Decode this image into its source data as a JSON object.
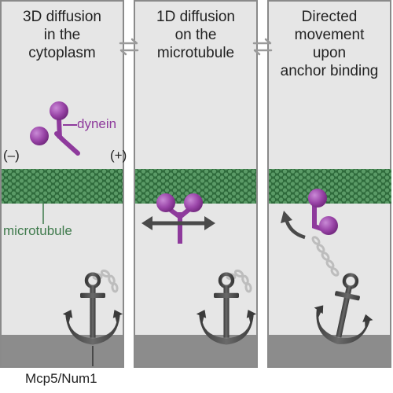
{
  "panels": [
    {
      "title": "3D diffusion\nin the\ncytoplasm"
    },
    {
      "title": "1D diffusion\non the\nmicrotubule"
    },
    {
      "title": "Directed\nmovement\nupon\nanchor binding"
    }
  ],
  "labels": {
    "dynein": "dynein",
    "minus_end": "(–)",
    "plus_end": "(+)",
    "microtubule": "microtubule",
    "anchor": "Mcp5/Num1"
  },
  "colors": {
    "panel_bg": "#e6e6e6",
    "microtubule": "#3f7a4c",
    "dynein": "#8e3a9c",
    "anchor": "#4a4a4a",
    "floor": "#8c8c8c",
    "arrow": "#4a4a4a"
  }
}
